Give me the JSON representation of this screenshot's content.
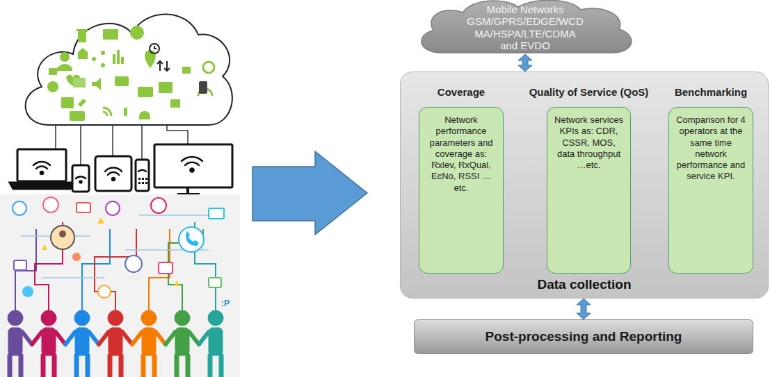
{
  "diagram": {
    "nodes": [
      {
        "text": [
          "Mobile Networks GSM/GPRS/EDGE/WCD MA/HSPA/LTE/CDMA and EVDO"
        ]
      },
      {
        "text": [
          "Data collection"
        ]
      },
      {
        "text": [
          "Coverage",
          "Network performance parameters and coverage as: Rxlev, RxQual, EcNo, RSSI …etc."
        ],
        "in": 1
      },
      {
        "text": [
          "Quality of Service (QoS)",
          "Network services KPIs as: CDR, CSSR, MOS, data throughput …etc."
        ],
        "in": 1
      },
      {
        "text": [
          "Benchmarking",
          "Comparison for 4 operators at the same time network performance and service KPI."
        ],
        "in": 1
      },
      {
        "text": [
          "Post-processing and Reporting"
        ]
      }
    ],
    "edges": [
      {
        "from": 0,
        "to": 1,
        "arrow": "both"
      },
      {
        "from": 1,
        "to": 5,
        "arrow": "both"
      }
    ],
    "labels": [
      ":P"
    ]
  }
}
